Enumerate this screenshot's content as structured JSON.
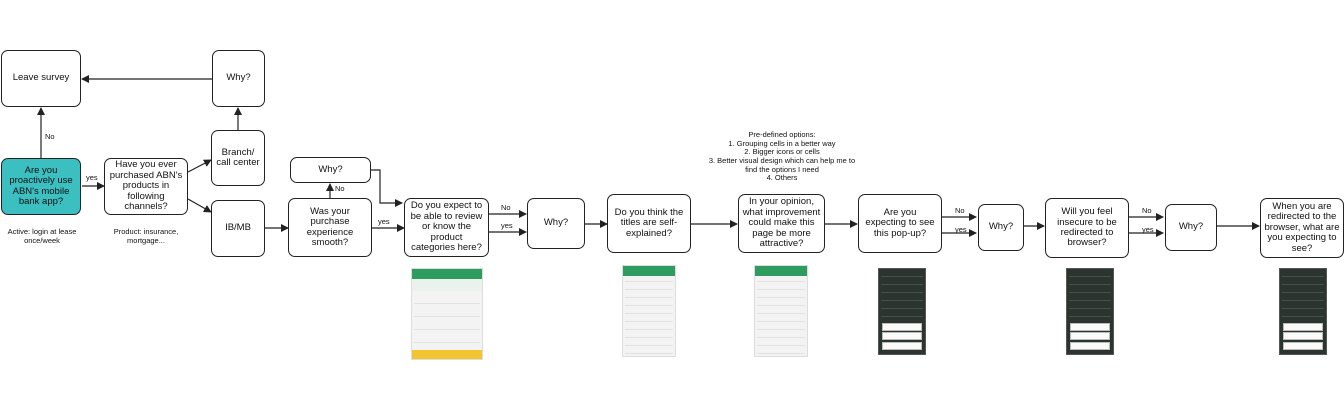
{
  "nodes": {
    "leave_survey": "Leave survey",
    "why_top": "Why?",
    "start": "Are you proactively use ABN's mobile bank app?",
    "channels": "Have you ever purchased ABN's products in following channels?",
    "branch": "Branch/ call center",
    "ibmb": "IB/MB",
    "why_small": "Why?",
    "smooth": "Was your purchase experience smooth?",
    "review": "Do you expect to be able to review or know the product categories here?",
    "why_1": "Why?",
    "titles": "Do you think the titles are self-explained?",
    "improve": "In your opinion, what improvement could make this page be more attractive?",
    "popup": "Are you expecting to see this pop-up?",
    "why_2": "Why?",
    "insecure": "Will you feel insecure to be redirected to browser?",
    "why_3": "Why?",
    "redirect": "When you are redirected to the browser, what are you expecting to see?"
  },
  "edge_labels": {
    "start_no": "No",
    "start_yes": "yes",
    "why_small_no": "No",
    "smooth_yes": "yes",
    "review_no": "No",
    "review_yes": "yes",
    "popup_no": "No",
    "popup_yes": "yes",
    "insecure_no": "No",
    "insecure_yes": "yes"
  },
  "notes": {
    "active": "Active: login at lease once/week",
    "product": "Product: insurance, mortgage...",
    "options_title": "Pre-defined options:",
    "options": [
      "1. Grouping cells in a better way",
      "2. Bigger icons or cells",
      "3. Better visual design which can help me to find the options I need",
      "4. Others"
    ]
  },
  "colors": {
    "highlight": "#3bbfc1",
    "line": "#222222",
    "screenshot_green": "#2e9c5f",
    "screenshot_yellow": "#f2c432"
  }
}
